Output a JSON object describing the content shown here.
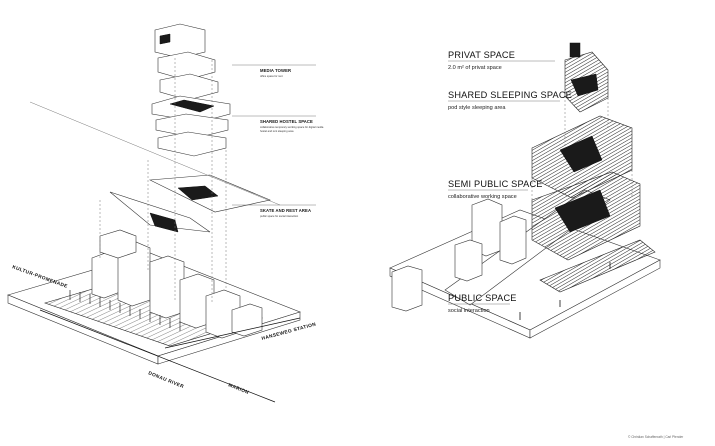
{
  "left_labels": {
    "media_tower": {
      "title": "MEDIA TOWER",
      "subtitle": "office space for rent"
    },
    "shared_hostel": {
      "title": "SHARED HOSTEL SPACE",
      "subtitle_line1": "collaborative temporary working space for digital media",
      "subtitle_line2": "hostel and rent sleeping area"
    },
    "skate_rest": {
      "title": "SKATE AND REST AREA",
      "subtitle": "public space for social interaction"
    }
  },
  "right_labels": {
    "privat": {
      "title": "PRIVAT SPACE",
      "subtitle": "2.0 m² of privat space"
    },
    "shared_sleeping": {
      "title": "SHARED SLEEPING SPACE",
      "subtitle": "pod style sleeping area"
    },
    "semi_public": {
      "title": "SEMI PUBLIC SPACE",
      "subtitle": "collaborative working space"
    },
    "public": {
      "title": "PUBLIC SPACE",
      "subtitle": "social interaction"
    }
  },
  "street_labels": {
    "kultur": "KULTUR-PROMENADE",
    "hansenweg": "HANSEWEG STATION",
    "donau": "DONAU RIVER",
    "marion": "MARION"
  },
  "credit": "© Christian Schaffenrath | Carl Pfender"
}
